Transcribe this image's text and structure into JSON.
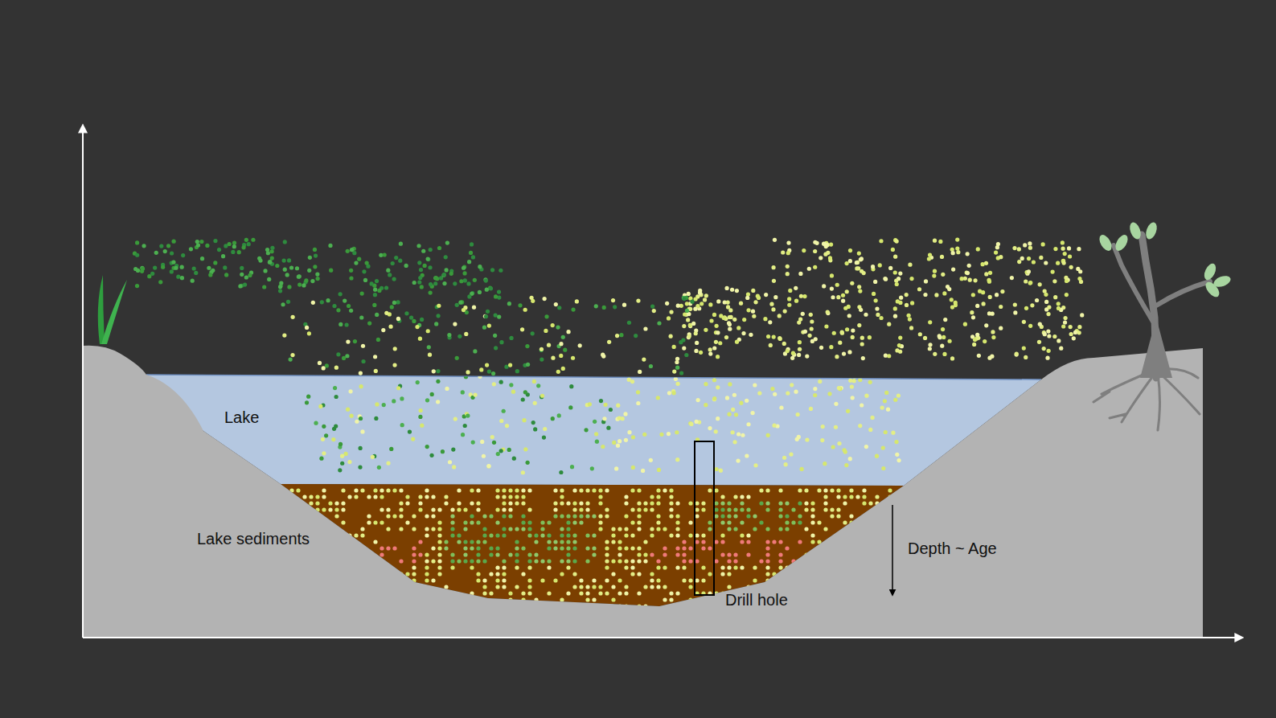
{
  "diagram": {
    "labels": [
      "Lake",
      "Lake sediments",
      "Depth ~ Age",
      "Drill hole"
    ]
  }
}
